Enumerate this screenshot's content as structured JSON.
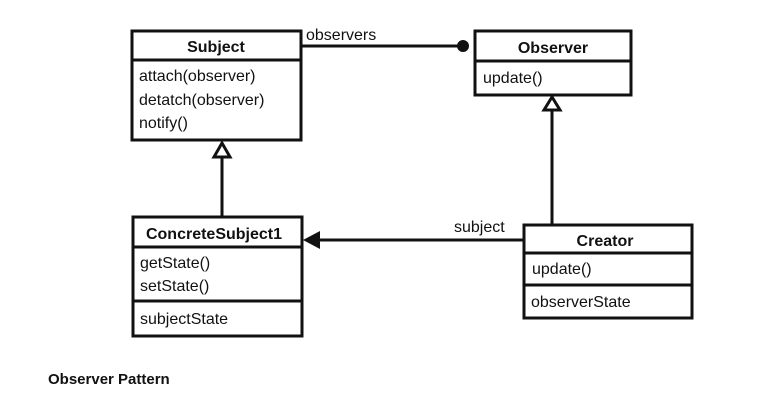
{
  "title": "Observer Pattern",
  "classes": {
    "subject": {
      "name": "Subject",
      "methods": [
        "attach(observer)",
        "detatch(observer)",
        "notify()"
      ]
    },
    "observer": {
      "name": "Observer",
      "methods": [
        "update()"
      ]
    },
    "concrete_subject": {
      "name": "ConcreteSubject1",
      "methods": [
        "getState()",
        "setState()"
      ],
      "attributes": [
        "subjectState"
      ]
    },
    "creator": {
      "name": "Creator",
      "methods": [
        "update()"
      ],
      "attributes": [
        "observerState"
      ]
    }
  },
  "relations": {
    "observers_label": "observers",
    "subject_label": "subject"
  }
}
